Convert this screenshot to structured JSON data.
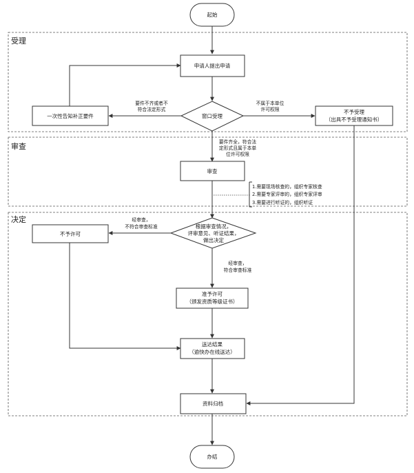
{
  "lanes": {
    "acceptance": "受理",
    "review": "审查",
    "decision": "决定"
  },
  "nodes": {
    "start": "起始",
    "apply": "申请人提出申请",
    "window": "窗口受理",
    "notify_supplement": "一次性告知补正要件",
    "reject_accept": [
      "不予受理",
      "（出具不予受理通知书）"
    ],
    "review": "审查",
    "decide": [
      "根据审查情况，",
      "评审意见、听证结果，",
      "做出决定"
    ],
    "not_permit": "不予许可",
    "permit": [
      "准予许可",
      "（颁发资质等级证书）"
    ],
    "deliver": [
      "送达结果",
      "（逾快办在线送达）"
    ],
    "archive": "资料归档",
    "end": "办结"
  },
  "edge_labels": {
    "incomplete": [
      "要件不齐或者不",
      "符合法定形式"
    ],
    "not_in_scope": [
      "不属于本单位",
      "许可权限"
    ],
    "complete": [
      "要件齐全，符合法",
      "定形式且属于本单",
      "位许可权限"
    ],
    "fail": [
      "经审查，",
      "不符合审查标准"
    ],
    "pass": [
      "经审查，",
      "符合审查标准"
    ]
  },
  "review_notes": [
    "1.需要现场核查的，组织专家核查",
    "2.需要专家评审的，组织专家评审",
    "3.需要进行听证的，组织听证"
  ]
}
